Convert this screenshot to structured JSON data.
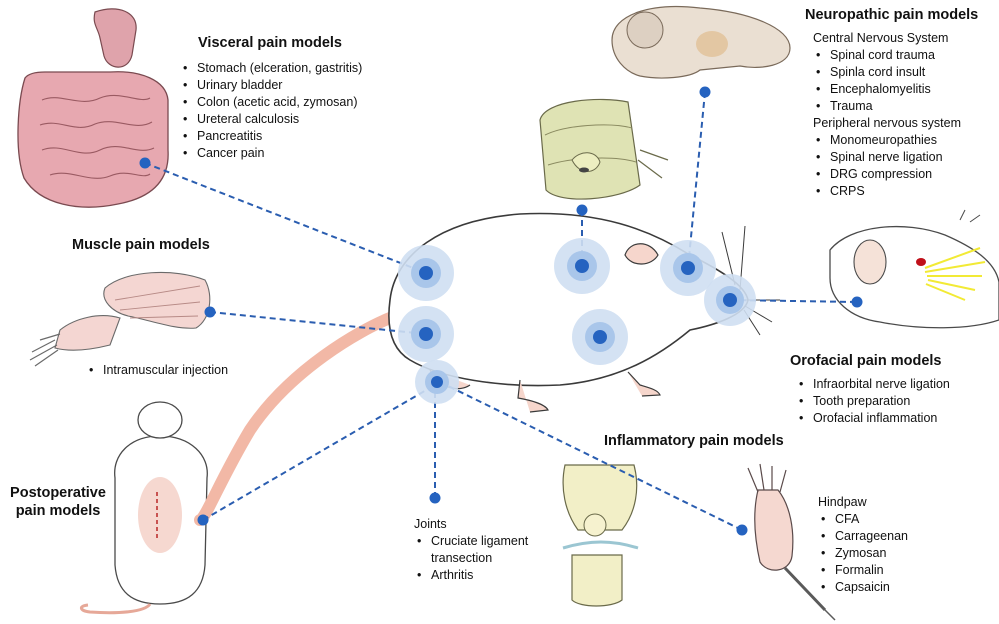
{
  "visceral": {
    "title": "Visceral pain models",
    "items": [
      "Stomach (elceration, gastritis)",
      "Urinary bladder",
      "Colon (acetic acid, zymosan)",
      "Ureteral calculosis",
      "Pancreatitis",
      "Cancer pain"
    ]
  },
  "neuropathic": {
    "title": "Neuropathic pain models",
    "cns_heading": "Central Nervous System",
    "cns_items": [
      "Spinal cord trauma",
      "Spinla cord insult",
      "Encephalomyelitis",
      "Trauma"
    ],
    "pns_heading": "Peripheral nervous system",
    "pns_items": [
      "Monomeuropathies",
      "Spinal nerve ligation",
      "DRG compression",
      "CRPS"
    ]
  },
  "muscle": {
    "title": "Muscle pain models",
    "items": [
      "Intramuscular injection"
    ]
  },
  "orofacial": {
    "title": "Orofacial pain models",
    "items": [
      "Infraorbital nerve ligation",
      "Tooth preparation",
      "Orofacial inflammation"
    ]
  },
  "inflammatory": {
    "title": "Inflammatory pain models",
    "joints_heading": "Joints",
    "joints_items": [
      "Cruciate ligament transection",
      "Arthritis"
    ],
    "hindpaw_heading": "Hindpaw",
    "hindpaw_items": [
      "CFA",
      "Carrageenan",
      "Zymosan",
      "Formalin",
      "Capsaicin"
    ]
  },
  "postoperative": {
    "title_line1": "Postoperative",
    "title_line2": "pain models"
  },
  "colors": {
    "connector": "#2a5db0",
    "target_halo": "#cfdff2",
    "target_core": "#2563c0",
    "rat_outline": "#3a3a3a",
    "tail": "#f2b8a6",
    "spinal_cord": "#dfe3b4",
    "brain": "#eadfd2",
    "intestine": "#e7a8b0",
    "muscle": "#f4d6d2",
    "joint": "#f2efc7",
    "nerves": "#f2ea35"
  }
}
